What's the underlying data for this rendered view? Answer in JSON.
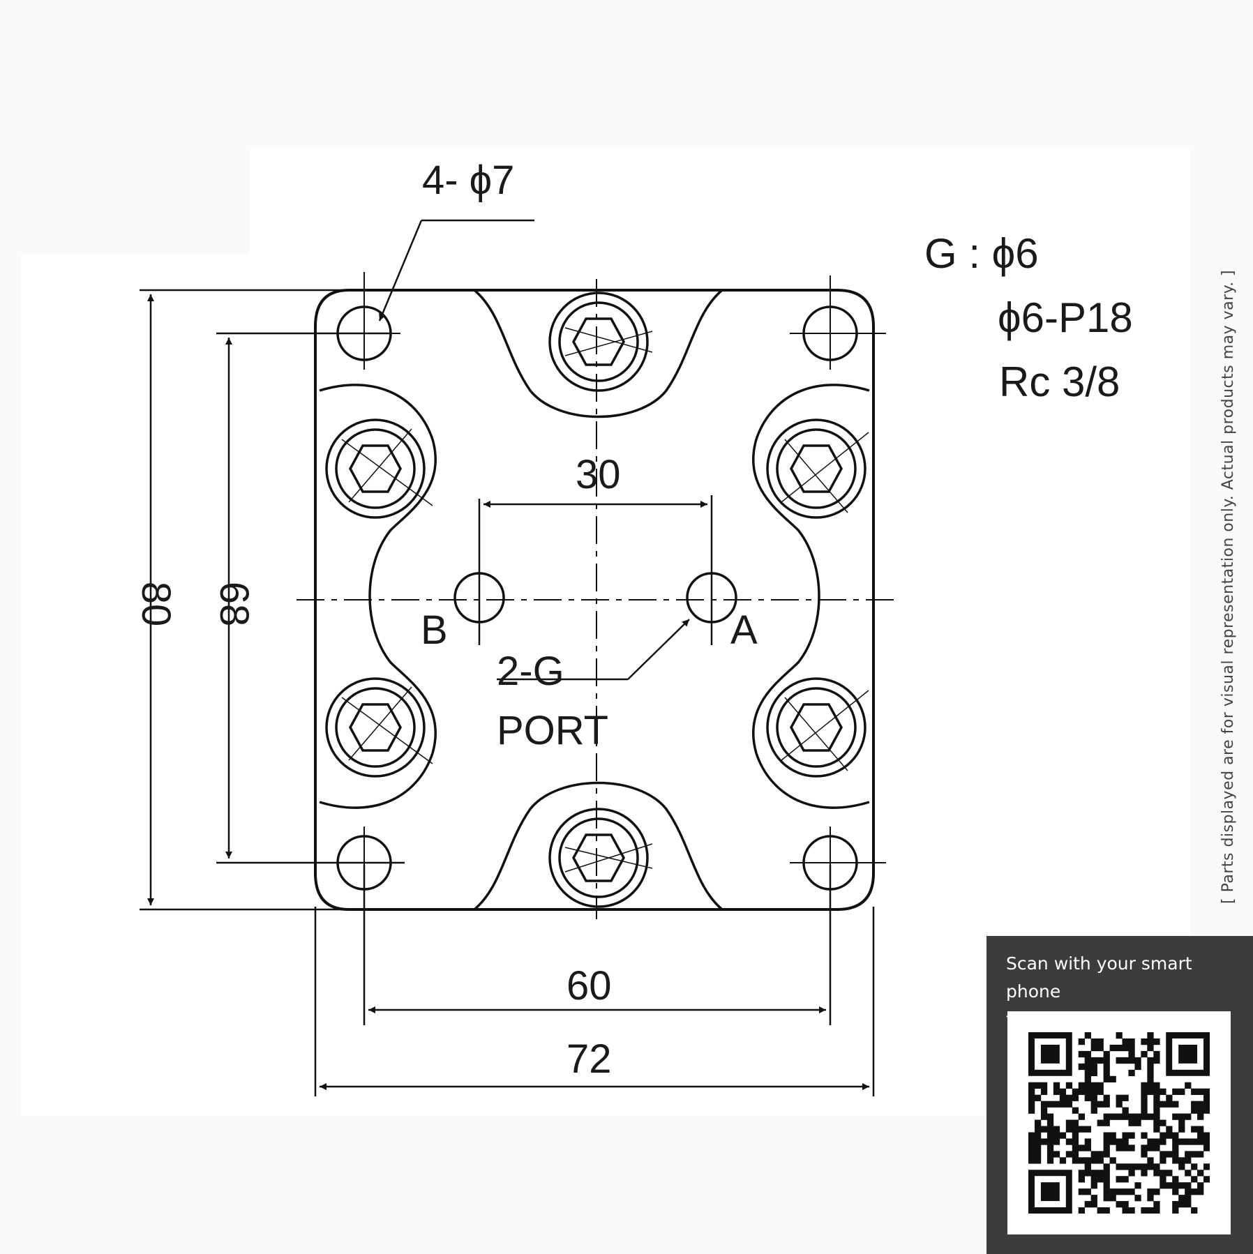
{
  "drawing": {
    "holes_callout": "4- ϕ7",
    "spec_line1": "G : ϕ6",
    "spec_line2": "ϕ6-P18",
    "spec_line3": "Rc 3/8",
    "dim_30": "30",
    "dim_80": "80",
    "dim_68": "68",
    "dim_60": "60",
    "dim_72": "72",
    "port_b": "B",
    "port_a": "A",
    "port_callout_line1": "2-G",
    "port_callout_line2": "PORT"
  },
  "disclaimer": "[ Parts displayed are for visual representation only. Actual products may vary. ]",
  "qr": {
    "caption_line1": "Scan with your smart phone",
    "caption_line2": "for more information."
  }
}
